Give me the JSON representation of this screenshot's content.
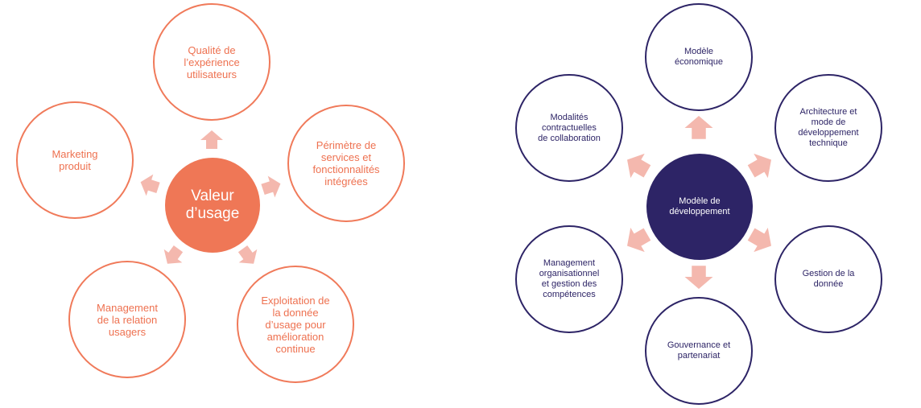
{
  "colors": {
    "left_accent": "#ef7756",
    "right_accent": "#2d2466",
    "arrow": "#f4b8ae"
  },
  "left": {
    "center": "Valeur\nd’usage",
    "nodes": [
      "Qualité de\nl’expérience\nutilisateurs",
      "Périmètre de\nservices et\nfonctionnalités\nintégrées",
      "Exploitation de\nla donnée\nd’usage pour\namélioration\ncontinue",
      "Management\nde la relation\nusagers",
      "Marketing\nproduit"
    ]
  },
  "right": {
    "center": "Modèle de\ndéveloppement",
    "nodes": [
      "Modèle\néconomique",
      "Architecture et\nmode de\ndéveloppement\ntechnique",
      "Gestion de la\ndonnée",
      "Gouvernance et\npartenariat",
      "Management\norganisationnel\net gestion des\ncompétences",
      "Modalités\ncontractuelles\nde collaboration"
    ]
  }
}
